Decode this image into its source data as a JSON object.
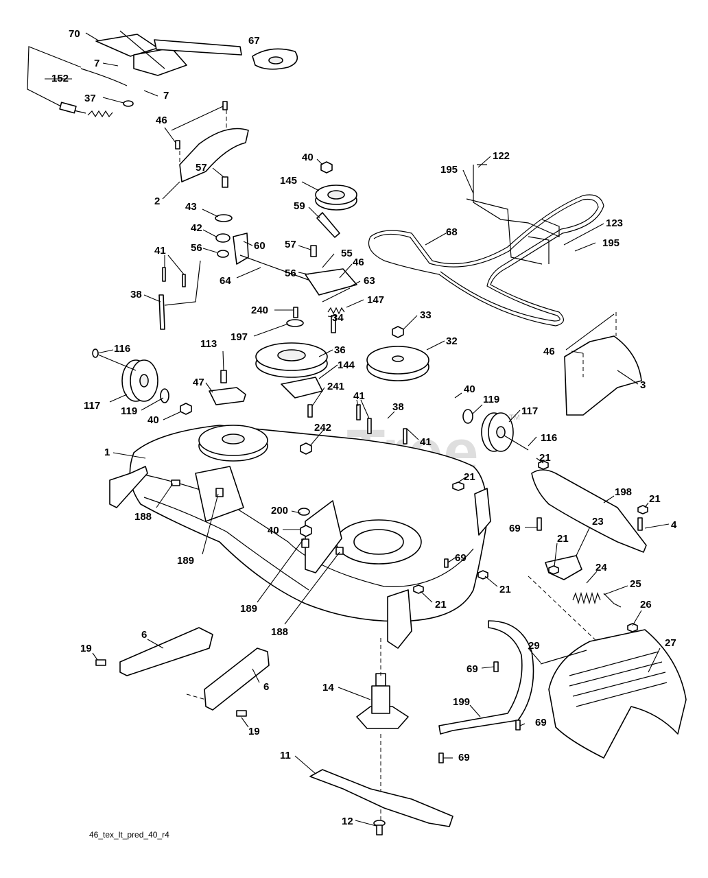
{
  "drawing_code": "46_tex_lt_pred_40_r4",
  "watermark": {
    "text": "PartsTree",
    "trademark": "TM"
  },
  "callouts": [
    {
      "id": "c70",
      "label": "70"
    },
    {
      "id": "c67",
      "label": "67"
    },
    {
      "id": "c7a",
      "label": "7"
    },
    {
      "id": "c152",
      "label": "152"
    },
    {
      "id": "c37",
      "label": "37"
    },
    {
      "id": "c7b",
      "label": "7"
    },
    {
      "id": "c46a",
      "label": "46"
    },
    {
      "id": "c2",
      "label": "2"
    },
    {
      "id": "c57a",
      "label": "57"
    },
    {
      "id": "c43",
      "label": "43"
    },
    {
      "id": "c42",
      "label": "42"
    },
    {
      "id": "c56a",
      "label": "56"
    },
    {
      "id": "c60",
      "label": "60"
    },
    {
      "id": "c64",
      "label": "64"
    },
    {
      "id": "c41a",
      "label": "41"
    },
    {
      "id": "c38a",
      "label": "38"
    },
    {
      "id": "c40a",
      "label": "40"
    },
    {
      "id": "c145",
      "label": "145"
    },
    {
      "id": "c59",
      "label": "59"
    },
    {
      "id": "c57b",
      "label": "57"
    },
    {
      "id": "c55",
      "label": "55"
    },
    {
      "id": "c46b",
      "label": "46"
    },
    {
      "id": "c56b",
      "label": "56"
    },
    {
      "id": "c63",
      "label": "63"
    },
    {
      "id": "c147",
      "label": "147"
    },
    {
      "id": "c240",
      "label": "240"
    },
    {
      "id": "c34",
      "label": "34"
    },
    {
      "id": "c197",
      "label": "197"
    },
    {
      "id": "c36",
      "label": "36"
    },
    {
      "id": "c144",
      "label": "144"
    },
    {
      "id": "c33",
      "label": "33"
    },
    {
      "id": "c32",
      "label": "32"
    },
    {
      "id": "c195a",
      "label": "195"
    },
    {
      "id": "c122",
      "label": "122"
    },
    {
      "id": "c68",
      "label": "68"
    },
    {
      "id": "c123",
      "label": "123"
    },
    {
      "id": "c195b",
      "label": "195"
    },
    {
      "id": "c46c",
      "label": "46"
    },
    {
      "id": "c3",
      "label": "3"
    },
    {
      "id": "c116a",
      "label": "116"
    },
    {
      "id": "c117a",
      "label": "117"
    },
    {
      "id": "c119a",
      "label": "119"
    },
    {
      "id": "c40b",
      "label": "40"
    },
    {
      "id": "c113",
      "label": "113"
    },
    {
      "id": "c47",
      "label": "47"
    },
    {
      "id": "c241",
      "label": "241"
    },
    {
      "id": "c41b",
      "label": "41"
    },
    {
      "id": "c38b",
      "label": "38"
    },
    {
      "id": "c242",
      "label": "242"
    },
    {
      "id": "c41c",
      "label": "41"
    },
    {
      "id": "c40c",
      "label": "40"
    },
    {
      "id": "c119b",
      "label": "119"
    },
    {
      "id": "c117b",
      "label": "117"
    },
    {
      "id": "c116b",
      "label": "116"
    },
    {
      "id": "c1",
      "label": "1"
    },
    {
      "id": "c21a",
      "label": "21"
    },
    {
      "id": "c21b",
      "label": "21"
    },
    {
      "id": "c198",
      "label": "198"
    },
    {
      "id": "c21c",
      "label": "21"
    },
    {
      "id": "c69a",
      "label": "69"
    },
    {
      "id": "c4",
      "label": "4"
    },
    {
      "id": "c188a",
      "label": "188"
    },
    {
      "id": "c189a",
      "label": "189"
    },
    {
      "id": "c200",
      "label": "200"
    },
    {
      "id": "c40d",
      "label": "40"
    },
    {
      "id": "c69b",
      "label": "69"
    },
    {
      "id": "c21d",
      "label": "21"
    },
    {
      "id": "c23",
      "label": "23"
    },
    {
      "id": "c24",
      "label": "24"
    },
    {
      "id": "c25",
      "label": "25"
    },
    {
      "id": "c21e",
      "label": "21"
    },
    {
      "id": "c21f",
      "label": "21"
    },
    {
      "id": "c189b",
      "label": "189"
    },
    {
      "id": "c188b",
      "label": "188"
    },
    {
      "id": "c26",
      "label": "26"
    },
    {
      "id": "c27",
      "label": "27"
    },
    {
      "id": "c6a",
      "label": "6"
    },
    {
      "id": "c19a",
      "label": "19"
    },
    {
      "id": "c6b",
      "label": "6"
    },
    {
      "id": "c19b",
      "label": "19"
    },
    {
      "id": "c14",
      "label": "14"
    },
    {
      "id": "c29",
      "label": "29"
    },
    {
      "id": "c69c",
      "label": "69"
    },
    {
      "id": "c199",
      "label": "199"
    },
    {
      "id": "c69d",
      "label": "69"
    },
    {
      "id": "c69e",
      "label": "69"
    },
    {
      "id": "c11",
      "label": "11"
    },
    {
      "id": "c12",
      "label": "12"
    }
  ]
}
